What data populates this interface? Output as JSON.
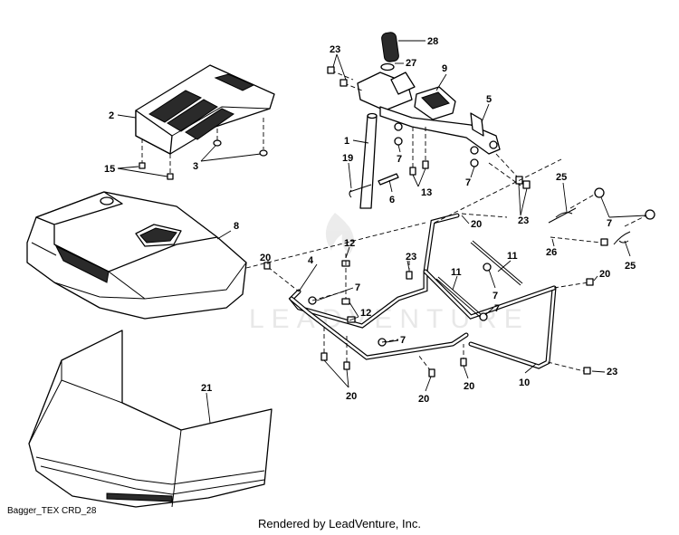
{
  "watermark": "LEADVENTURE",
  "drawing_code": "Bagger_TEX CRD_28",
  "caption": "Rendered by LeadVenture, Inc.",
  "callouts": {
    "c1": "1",
    "c2": "2",
    "c3": "3",
    "c4": "4",
    "c5": "5",
    "c6": "6",
    "c7": "7",
    "c8": "8",
    "c9": "9",
    "c10": "10",
    "c11": "11",
    "c12": "12",
    "c13": "13",
    "c15": "15",
    "c19": "19",
    "c20": "20",
    "c21": "21",
    "c23": "23",
    "c25": "25",
    "c26": "26",
    "c27": "27",
    "c28": "28"
  }
}
